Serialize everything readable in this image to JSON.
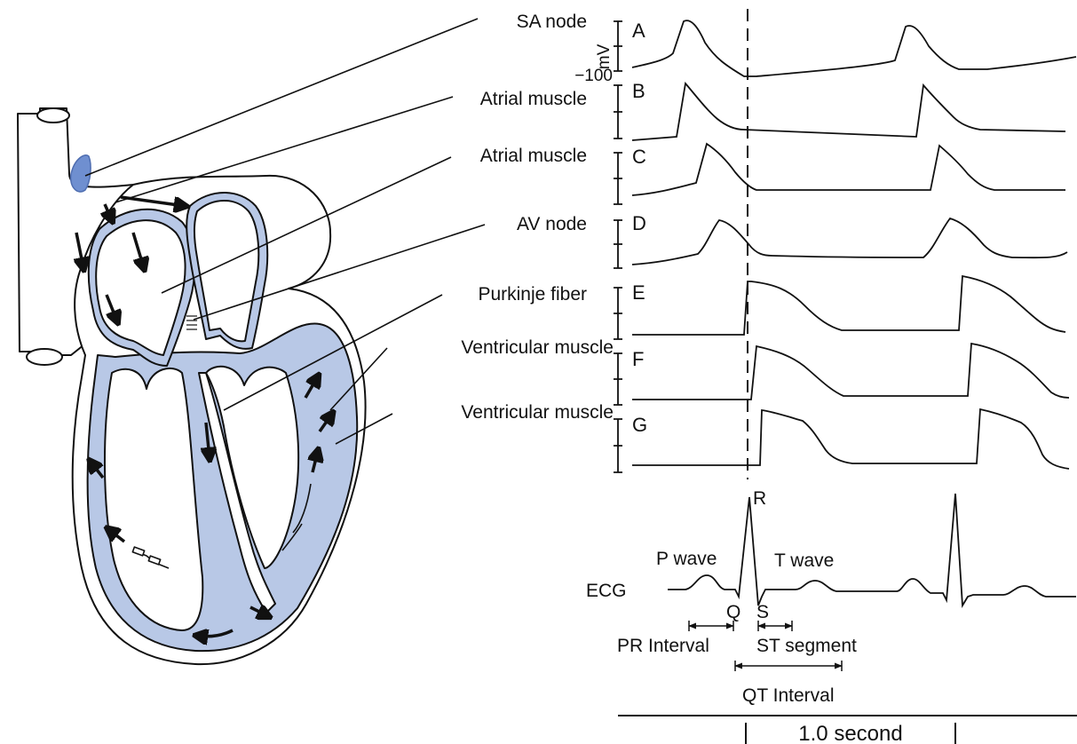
{
  "colors": {
    "tissue_fill": "#b8c8e6",
    "sa_node_fill": "#6f8fd0",
    "ink": "#111111",
    "background": "#ffffff"
  },
  "heart_labels": [
    {
      "id": "sa-node",
      "text": "SA node"
    },
    {
      "id": "atrial-muscle-1",
      "text": "Atrial muscle"
    },
    {
      "id": "atrial-muscle-2",
      "text": "Atrial muscle"
    },
    {
      "id": "av-node",
      "text": "AV node"
    },
    {
      "id": "purkinje-fiber",
      "text": "Purkinje fiber"
    },
    {
      "id": "ventricular-muscle-1",
      "text": "Ventricular muscle"
    },
    {
      "id": "ventricular-muscle-2",
      "text": "Ventricular muscle"
    }
  ],
  "scale": {
    "unit": "mV",
    "min_label": "−100"
  },
  "traces": [
    {
      "letter": "A",
      "tissue": "SA node"
    },
    {
      "letter": "B",
      "tissue": "Atrial muscle"
    },
    {
      "letter": "C",
      "tissue": "Atrial muscle"
    },
    {
      "letter": "D",
      "tissue": "AV node"
    },
    {
      "letter": "E",
      "tissue": "Purkinje fiber"
    },
    {
      "letter": "F",
      "tissue": "Ventricular muscle"
    },
    {
      "letter": "G",
      "tissue": "Ventricular muscle"
    }
  ],
  "ecg": {
    "label": "ECG",
    "p_wave": "P wave",
    "r": "R",
    "q": "Q",
    "s": "S",
    "t_wave": "T wave",
    "pr_interval": "PR Interval",
    "st_segment": "ST segment",
    "qt_interval": "QT Interval"
  },
  "timescale": {
    "label": "1.0 second"
  }
}
